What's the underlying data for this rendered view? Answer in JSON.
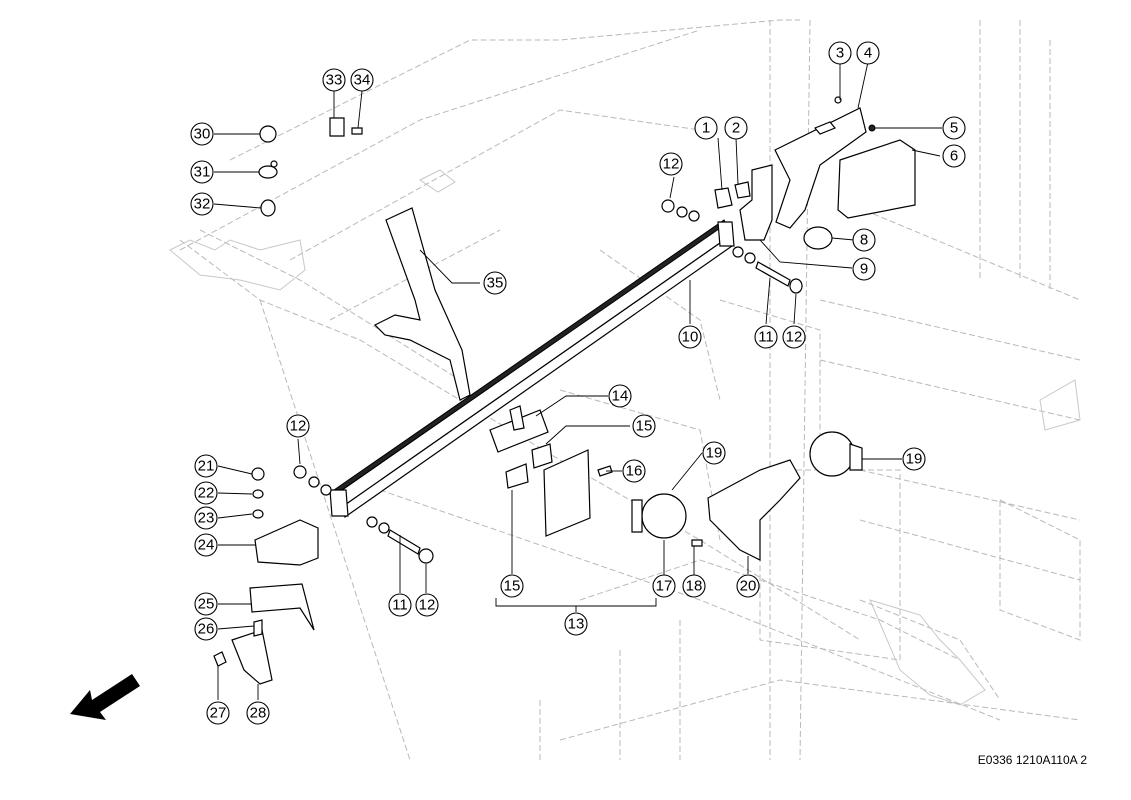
{
  "drawing_code": "E0336 1210A110A 2",
  "callouts": [
    {
      "id": "c1",
      "label": "1"
    },
    {
      "id": "c2",
      "label": "2"
    },
    {
      "id": "c3",
      "label": "3"
    },
    {
      "id": "c4",
      "label": "4"
    },
    {
      "id": "c5",
      "label": "5"
    },
    {
      "id": "c6",
      "label": "6"
    },
    {
      "id": "c8",
      "label": "8"
    },
    {
      "id": "c9",
      "label": "9"
    },
    {
      "id": "c10",
      "label": "10"
    },
    {
      "id": "c11a",
      "label": "11"
    },
    {
      "id": "c11b",
      "label": "11"
    },
    {
      "id": "c12a",
      "label": "12"
    },
    {
      "id": "c12b",
      "label": "12"
    },
    {
      "id": "c12c",
      "label": "12"
    },
    {
      "id": "c12d",
      "label": "12"
    },
    {
      "id": "c13",
      "label": "13"
    },
    {
      "id": "c14",
      "label": "14"
    },
    {
      "id": "c15a",
      "label": "15"
    },
    {
      "id": "c15b",
      "label": "15"
    },
    {
      "id": "c16",
      "label": "16"
    },
    {
      "id": "c17",
      "label": "17"
    },
    {
      "id": "c18",
      "label": "18"
    },
    {
      "id": "c19a",
      "label": "19"
    },
    {
      "id": "c19b",
      "label": "19"
    },
    {
      "id": "c20",
      "label": "20"
    },
    {
      "id": "c21",
      "label": "21"
    },
    {
      "id": "c22",
      "label": "22"
    },
    {
      "id": "c23",
      "label": "23"
    },
    {
      "id": "c24",
      "label": "24"
    },
    {
      "id": "c25",
      "label": "25"
    },
    {
      "id": "c26",
      "label": "26"
    },
    {
      "id": "c27",
      "label": "27"
    },
    {
      "id": "c28",
      "label": "28"
    },
    {
      "id": "c30",
      "label": "30"
    },
    {
      "id": "c31",
      "label": "31"
    },
    {
      "id": "c32",
      "label": "32"
    },
    {
      "id": "c33",
      "label": "33"
    },
    {
      "id": "c34",
      "label": "34"
    },
    {
      "id": "c35",
      "label": "35"
    }
  ]
}
